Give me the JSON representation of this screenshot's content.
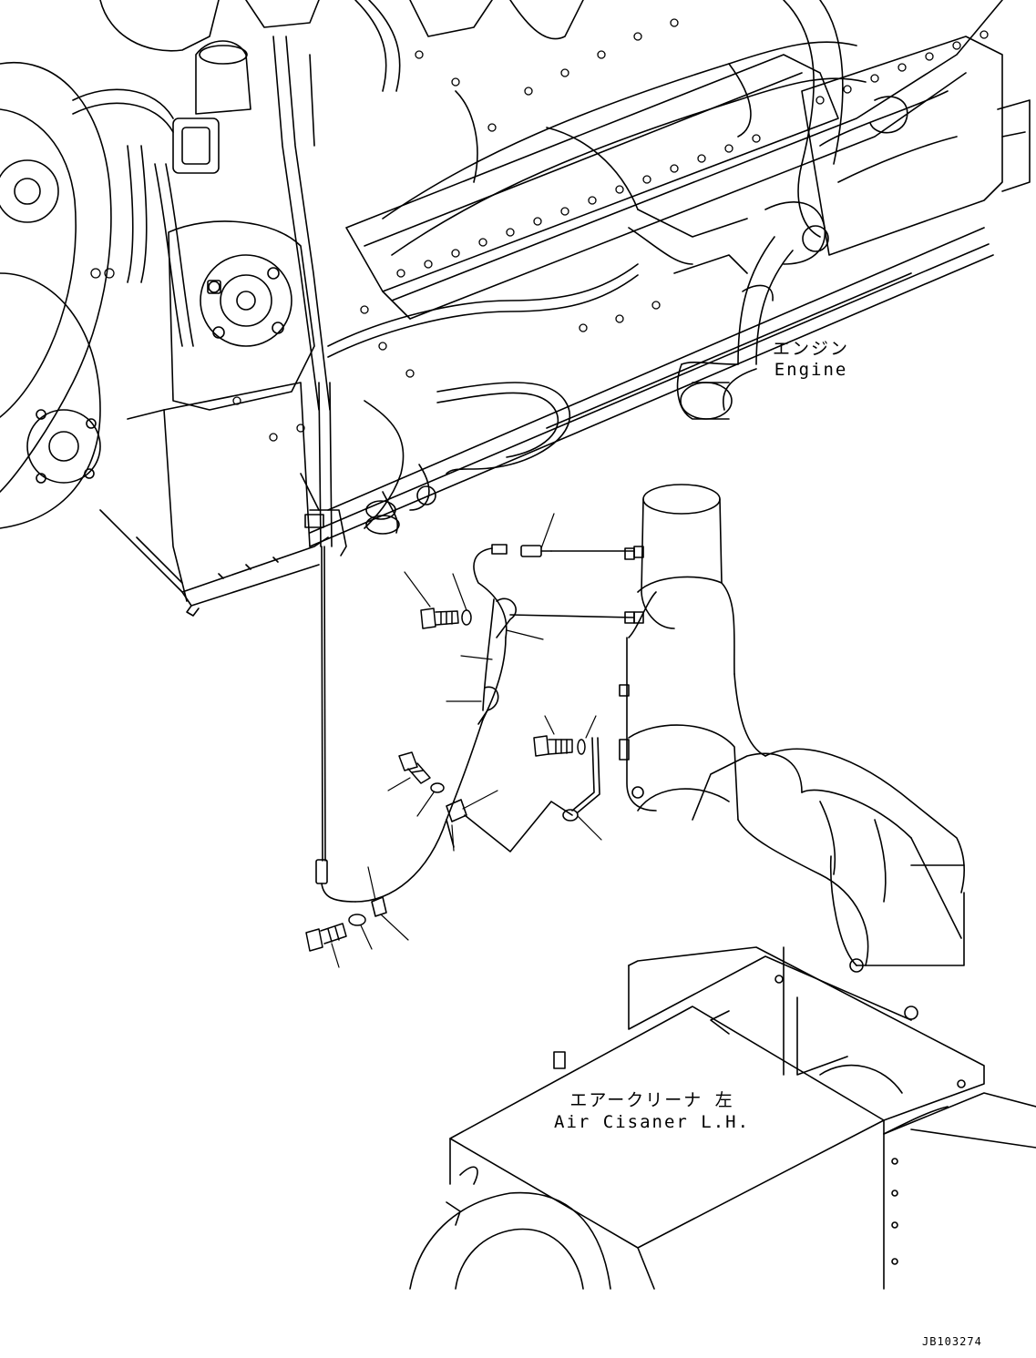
{
  "labels": {
    "engine_jp": "エンジン",
    "engine_en": "Engine",
    "air_cleaner_jp": "エアークリーナ 左",
    "air_cleaner_en": "Air Cisaner L.H."
  },
  "drawing_id": "JB103274",
  "colors": {
    "line": "#000000",
    "background": "#ffffff"
  }
}
